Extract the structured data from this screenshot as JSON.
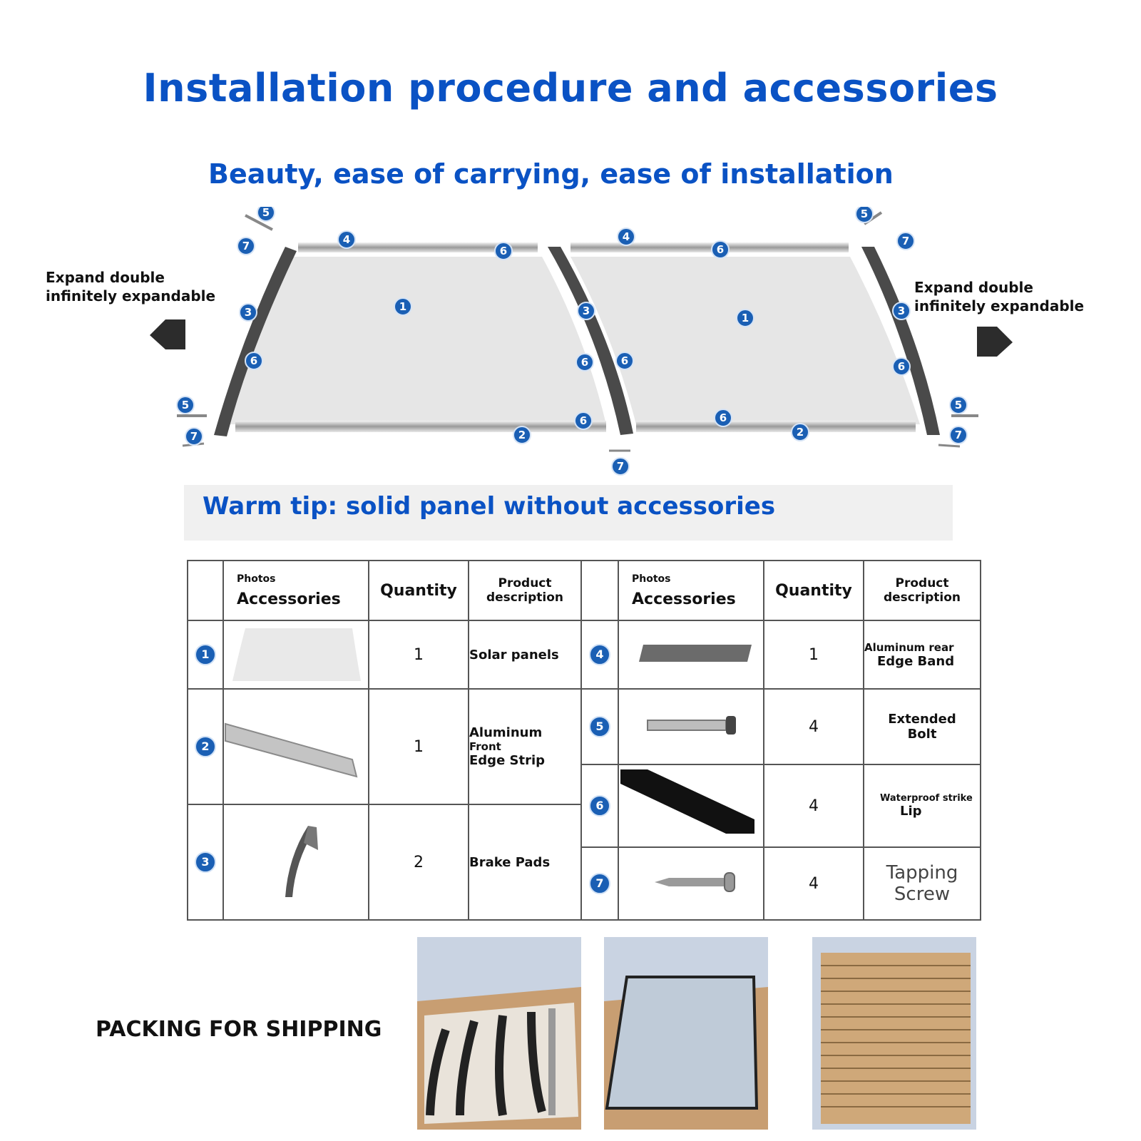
{
  "title": "Installation procedure and accessories",
  "subtitle": "Beauty, ease of carrying, ease of installation",
  "diagram": {
    "left_note": [
      "Expand double",
      "infinitely expandable"
    ],
    "right_note": [
      "Expand double",
      "infinitely expandable"
    ],
    "markers": [
      "1",
      "2",
      "3",
      "4",
      "5",
      "6",
      "7"
    ]
  },
  "tip": "Warm tip: solid panel without accessories",
  "table": {
    "headers": {
      "photos": "Photos",
      "accessories": "Accessories",
      "quantity": "Quantity",
      "description": [
        "Product",
        "description"
      ]
    },
    "rows_left": [
      {
        "num": "1",
        "qty": "1",
        "desc": [
          "Solar panels"
        ]
      },
      {
        "num": "2",
        "qty": "1",
        "desc": [
          "Aluminum",
          "Front",
          "Edge Strip"
        ]
      },
      {
        "num": "3",
        "qty": "2",
        "desc": [
          "Brake Pads"
        ]
      }
    ],
    "rows_right": [
      {
        "num": "4",
        "qty": "1",
        "desc": [
          "Aluminum rear",
          "Edge Band"
        ]
      },
      {
        "num": "5",
        "qty": "4",
        "desc": [
          "Extended",
          "Bolt"
        ]
      },
      {
        "num": "6",
        "qty": "4",
        "desc": [
          "Waterproof strike",
          "Lip"
        ]
      },
      {
        "num": "7",
        "qty": "4",
        "desc": [
          "Tapping",
          "Screw"
        ]
      }
    ]
  },
  "packing_label": "PACKING FOR SHIPPING",
  "colors": {
    "accent": "#0a52c4",
    "badge": "#1a5fb4",
    "frame": "#555555"
  }
}
